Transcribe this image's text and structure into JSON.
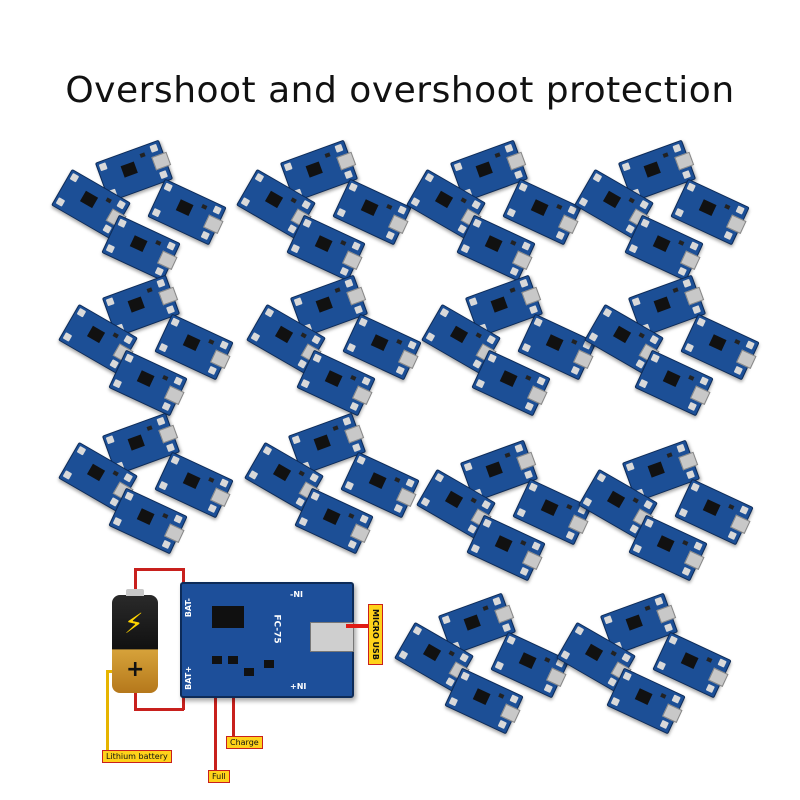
{
  "title": "Overshoot and overshoot protection",
  "diagram": {
    "board_labels": {
      "bat_minus": "BAT-",
      "bat_plus": "BAT+",
      "in_minus": "-NI",
      "in_plus": "+NI",
      "silk": "FC-75"
    },
    "tags": {
      "micro_usb": "MICRO USB",
      "lithium_battery": "Lithium battery",
      "charge": "Charge",
      "full": "Full"
    }
  },
  "colors": {
    "board": "#1d4f9a",
    "wire_red": "#c8201d",
    "wire_yellow": "#e6b400",
    "tag_yellow": "#ffd21a"
  }
}
